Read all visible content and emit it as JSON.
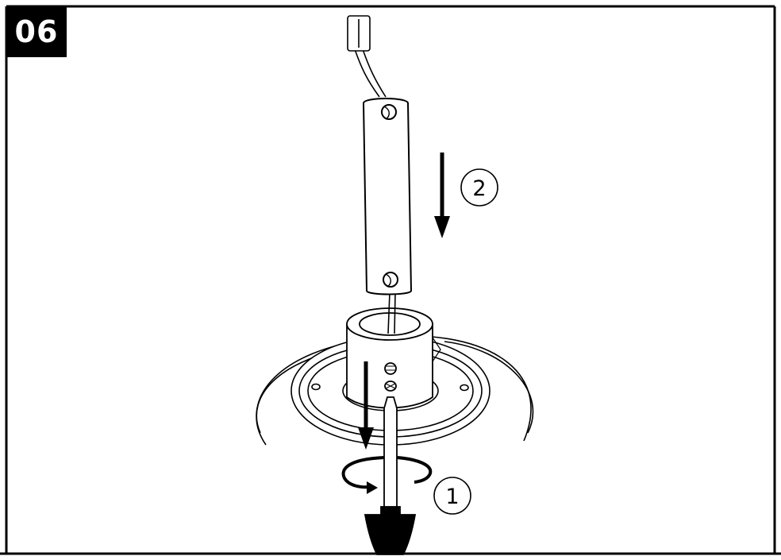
{
  "step": {
    "number": "06"
  },
  "callouts": [
    {
      "label": "1"
    },
    {
      "label": "2"
    }
  ],
  "colors": {
    "ink": "#000000",
    "paper": "#ffffff"
  }
}
